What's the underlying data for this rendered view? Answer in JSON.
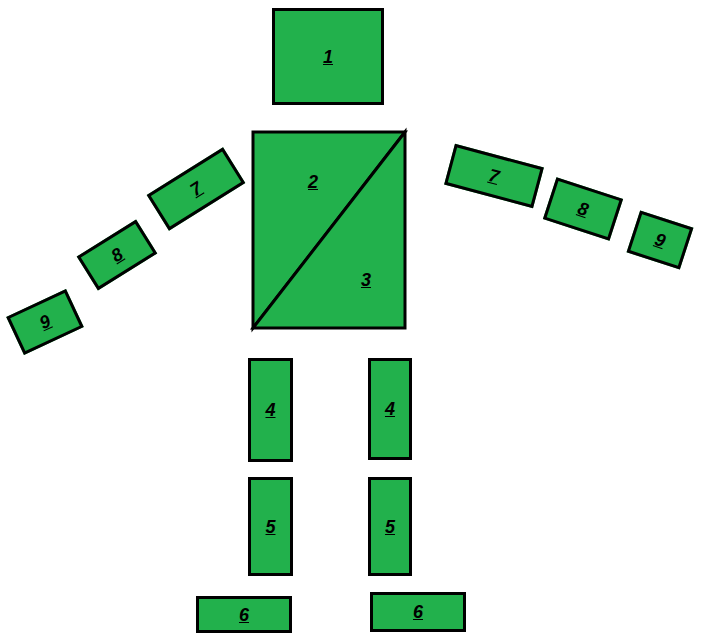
{
  "diagram": {
    "nodes": [
      {
        "text": [
          "1"
        ]
      },
      {
        "text": [
          "2"
        ]
      },
      {
        "text": [
          "3"
        ]
      },
      {
        "text": [
          "7"
        ]
      },
      {
        "text": [
          "8"
        ]
      },
      {
        "text": [
          "9"
        ]
      },
      {
        "text": [
          "7"
        ]
      },
      {
        "text": [
          "8"
        ]
      },
      {
        "text": [
          "9"
        ]
      },
      {
        "text": [
          "4"
        ]
      },
      {
        "text": [
          "4"
        ]
      },
      {
        "text": [
          "5"
        ]
      },
      {
        "text": [
          "5"
        ]
      },
      {
        "text": [
          "6"
        ]
      },
      {
        "text": [
          "6"
        ]
      }
    ],
    "edges": []
  }
}
